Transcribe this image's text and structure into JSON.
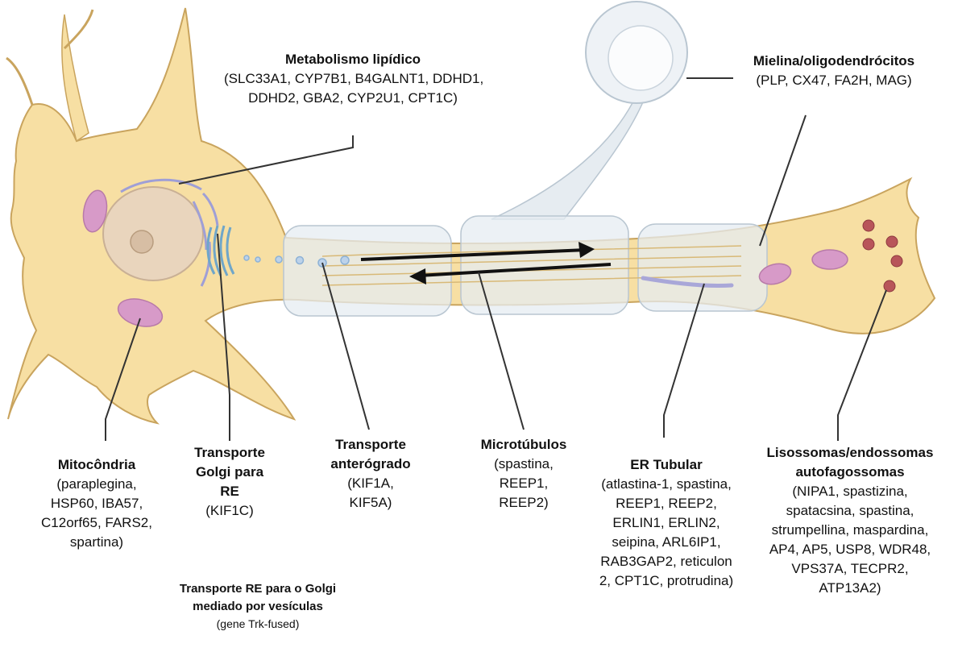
{
  "colors": {
    "neuron_fill": "#f7dfa3",
    "neuron_stroke": "#c9a45e",
    "myelin_fill": "#e6ecf1",
    "myelin_stroke": "#b9c6d1",
    "mitochondria": "#d79ac8",
    "er_tubular": "#a9a7d8",
    "lysosome": "#b8555a",
    "leader_line": "#333333"
  },
  "labels": {
    "lipid": {
      "title": "Metabolismo lipídico",
      "lines": [
        "(SLC33A1, CYP7B1, B4GALNT1, DDHD1,",
        "DDHD2, GBA2, CYP2U1, CPT1C)"
      ]
    },
    "myelin": {
      "title": "Mielina/oligodendrócitos",
      "lines": [
        "(PLP, CX47, FA2H, MAG)"
      ]
    },
    "mito": {
      "title": "Mitocôndria",
      "lines": [
        "(paraplegina,",
        "HSP60, IBA57,",
        "C12orf65, FARS2,",
        "spartina)"
      ]
    },
    "golgi": {
      "title_lines": [
        "Transporte",
        "Golgi para",
        "RE"
      ],
      "lines": [
        "(KIF1C)"
      ]
    },
    "antero": {
      "title_lines": [
        "Transporte",
        "anterógrado"
      ],
      "lines": [
        "(KIF1A,",
        "KIF5A)"
      ]
    },
    "micro": {
      "title": "Microtúbulos",
      "lines": [
        "(spastina,",
        "REEP1,",
        "REEP2)"
      ]
    },
    "er": {
      "title": "ER Tubular",
      "lines": [
        "(atlastina-1, spastina,",
        "REEP1, REEP2,",
        "ERLIN1, ERLIN2,",
        "seipina, ARL6IP1,",
        "RAB3GAP2, reticulon",
        "2, CPT1C, protrudina)"
      ]
    },
    "lyso": {
      "title_lines": [
        "Lisossomas/endossomas",
        "autofagossomas"
      ],
      "lines": [
        "(NIPA1, spastizina,",
        "spatacsina, spastina,",
        "strumpellina, maspardina,",
        "AP4, AP5, USP8, WDR48,",
        "VPS37A, TECPR2,",
        "ATP13A2)"
      ]
    },
    "vesicle": {
      "title_lines": [
        "Transporte RE para o Golgi",
        "mediado por vesículas"
      ],
      "lines": [
        "(gene Trk-fused)"
      ]
    }
  }
}
